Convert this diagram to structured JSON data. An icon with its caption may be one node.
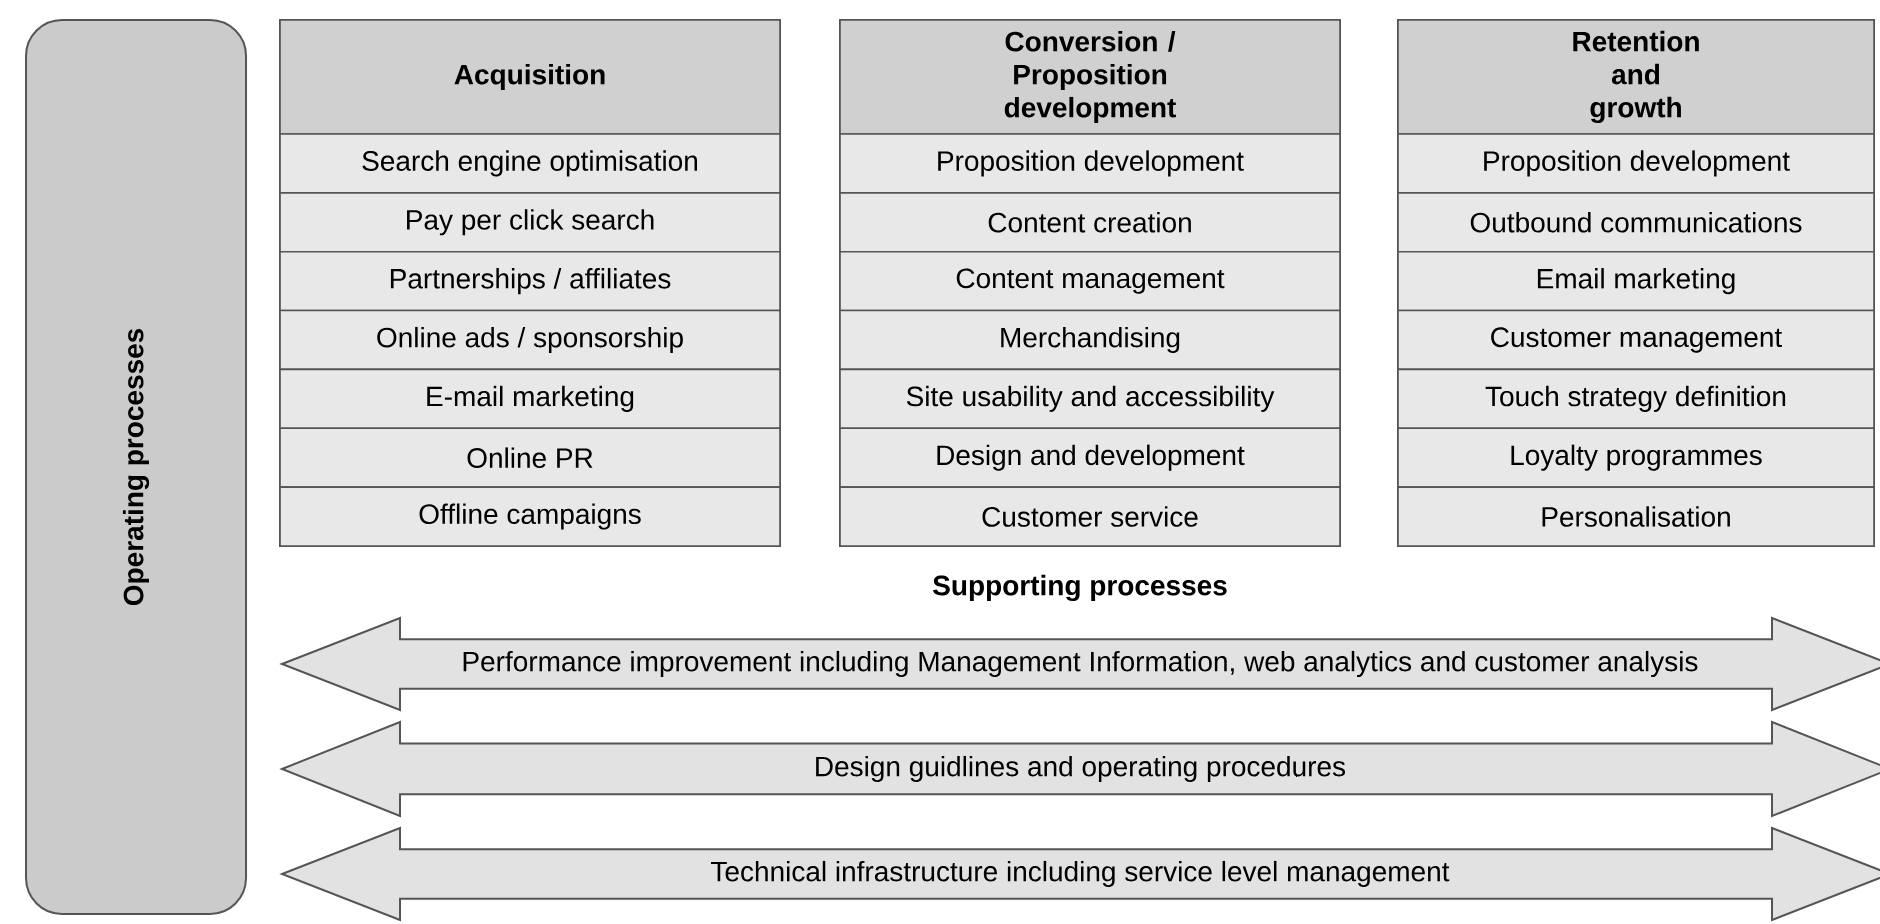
{
  "diagram": {
    "nodes": [
      {
        "text": [
          "Operating processes"
        ]
      },
      {
        "text": [
          "Acquisition"
        ]
      },
      {
        "text": [
          "Search engine optimisation"
        ],
        "in": 1
      },
      {
        "text": [
          "Pay per click search"
        ],
        "in": 1
      },
      {
        "text": [
          "Partnerships / affiliates"
        ],
        "in": 1
      },
      {
        "text": [
          "Online ads / sponsorship"
        ],
        "in": 1
      },
      {
        "text": [
          "E-mail marketing"
        ],
        "in": 1
      },
      {
        "text": [
          "Online PR"
        ],
        "in": 1
      },
      {
        "text": [
          "Offline campaigns"
        ],
        "in": 1
      },
      {
        "text": [
          "Conversion / Proposition development"
        ]
      },
      {
        "text": [
          "Proposition development"
        ],
        "in": 9
      },
      {
        "text": [
          "Content creation"
        ],
        "in": 9
      },
      {
        "text": [
          "Content management"
        ],
        "in": 9
      },
      {
        "text": [
          "Merchandising"
        ],
        "in": 9
      },
      {
        "text": [
          "Site usability and accessibility"
        ],
        "in": 9
      },
      {
        "text": [
          "Design and development"
        ],
        "in": 9
      },
      {
        "text": [
          "Customer service"
        ],
        "in": 9
      },
      {
        "text": [
          "Retention and growth"
        ]
      },
      {
        "text": [
          "Proposition development"
        ],
        "in": 17
      },
      {
        "text": [
          "Outbound communications"
        ],
        "in": 17
      },
      {
        "text": [
          "Email marketing"
        ],
        "in": 17
      },
      {
        "text": [
          "Customer management"
        ],
        "in": 17
      },
      {
        "text": [
          "Touch strategy definition"
        ],
        "in": 17
      },
      {
        "text": [
          "Loyalty programmes"
        ],
        "in": 17
      },
      {
        "text": [
          "Personalisation"
        ],
        "in": 17
      },
      {
        "text": [
          "Performance improvement including Management Information, web analytics and customer analysis"
        ]
      },
      {
        "text": [
          "Design guidlines and operating procedures"
        ]
      },
      {
        "text": [
          "Technical infrastructure including service level management"
        ]
      }
    ],
    "labels": [
      "Supporting processes"
    ]
  }
}
